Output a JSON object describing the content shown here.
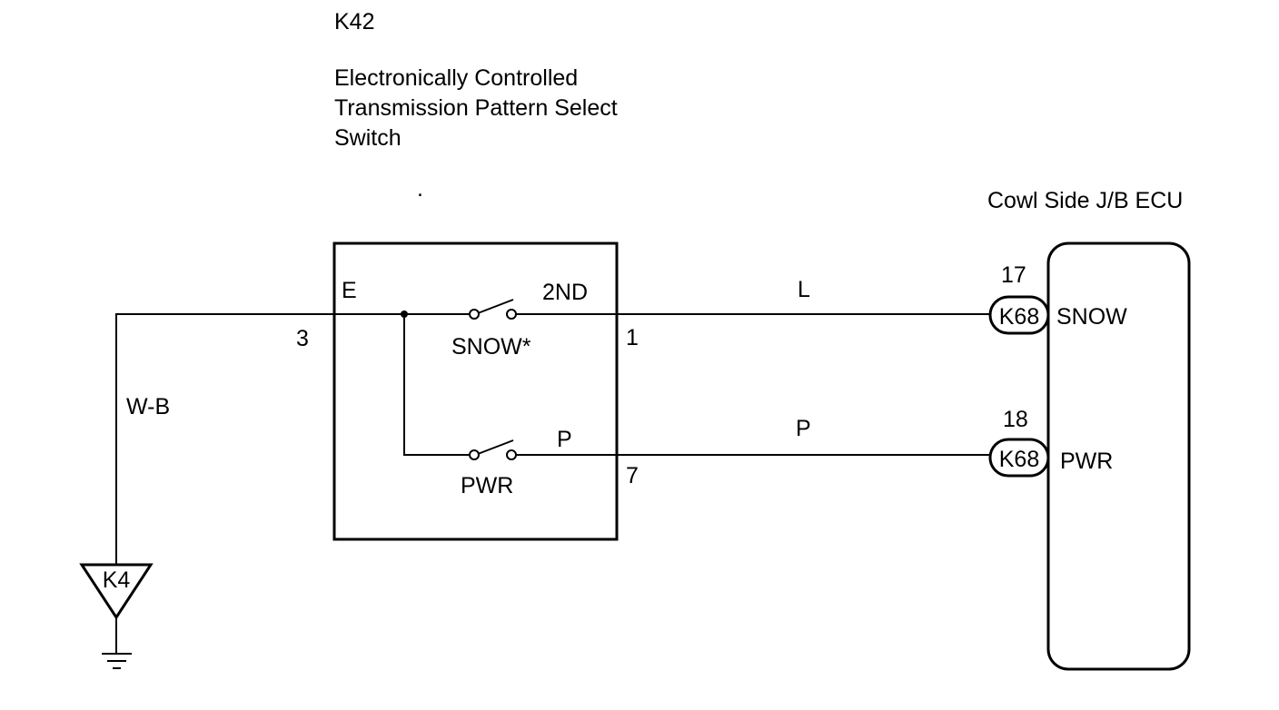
{
  "component": {
    "code": "K42",
    "name_lines": [
      "Electronically Controlled",
      "Transmission Pattern Select",
      "Switch"
    ],
    "pin_e_label": "E",
    "pin_2nd_label": "2ND",
    "pin_p_label": "P",
    "switch_snow_label": "SNOW*",
    "switch_pwr_label": "PWR",
    "pin_numbers": {
      "left": "3",
      "snow_out": "1",
      "pwr_out": "7"
    }
  },
  "wires": {
    "ground_wire_color": "W-B",
    "snow_wire_color": "L",
    "pwr_wire_color": "P"
  },
  "ground_point": {
    "code": "K4"
  },
  "ecu": {
    "title": "Cowl Side J/B ECU",
    "connectors": [
      {
        "pin": "17",
        "code": "K68",
        "signal": "SNOW"
      },
      {
        "pin": "18",
        "code": "K68",
        "signal": "PWR"
      }
    ]
  },
  "stray_mark": "."
}
